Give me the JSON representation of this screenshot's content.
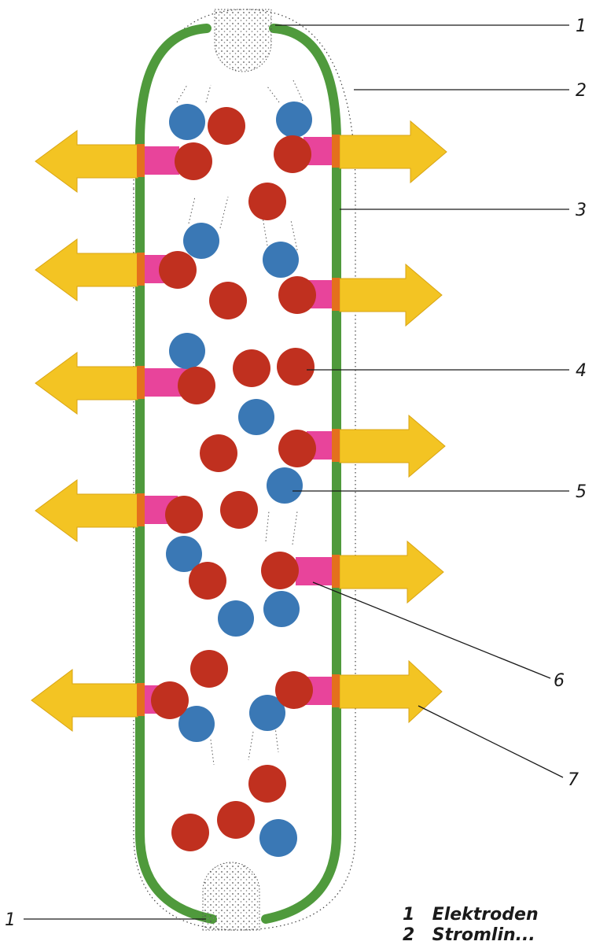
{
  "labels": {
    "electrode_top": "1",
    "wall": "2",
    "tube": "3",
    "red_particle": "4",
    "blue_particle": "5",
    "pink_connector": "6",
    "arrow": "7",
    "electrode_bottom": "1"
  },
  "legend": [
    {
      "number": "1",
      "text": "Elektroden"
    },
    {
      "number": "2",
      "text": "Stromlin..."
    }
  ],
  "colors": {
    "tube": "#4f9a3c",
    "red_particle": "#c0301f",
    "blue_particle": "#3a78b5",
    "arrow": "#f3c423",
    "connector": "#e8449b",
    "orange_band": "#e4701d"
  }
}
